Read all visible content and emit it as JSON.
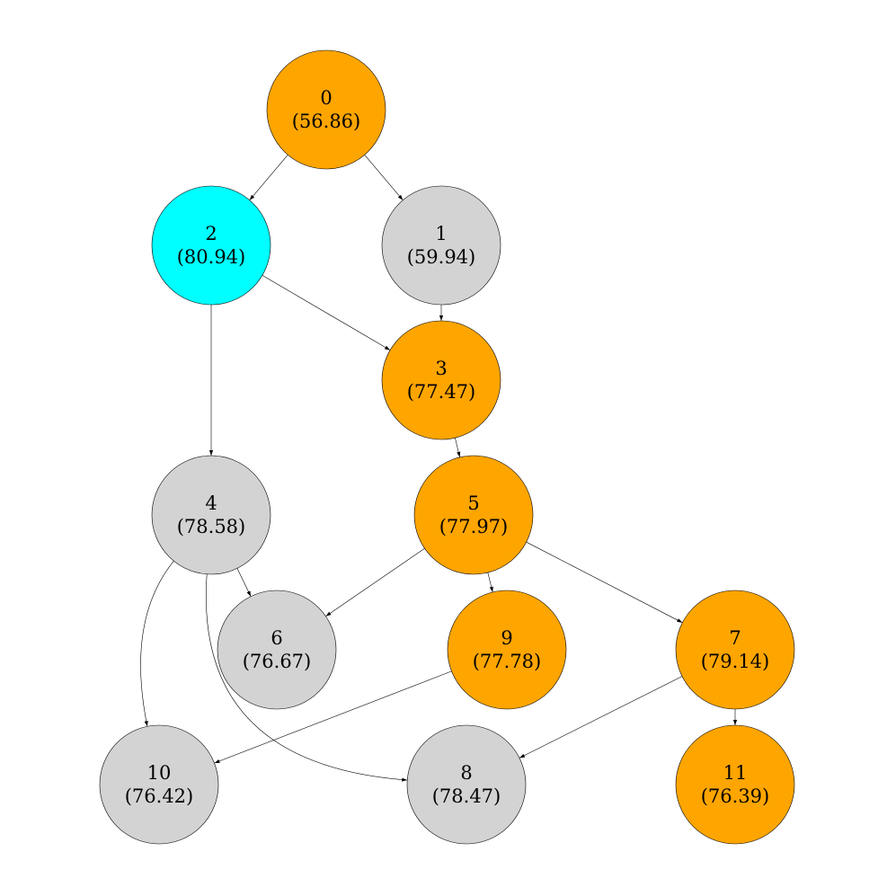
{
  "colors": {
    "orange": "#ffa500",
    "gray": "#d3d3d3",
    "cyan": "#00ffff"
  },
  "nodes": [
    {
      "id": "0",
      "label": "0",
      "value": "(56.86)",
      "color": "#ffa500"
    },
    {
      "id": "1",
      "label": "1",
      "value": "(59.94)",
      "color": "#d3d3d3"
    },
    {
      "id": "2",
      "label": "2",
      "value": "(80.94)",
      "color": "#00ffff"
    },
    {
      "id": "3",
      "label": "3",
      "value": "(77.47)",
      "color": "#ffa500"
    },
    {
      "id": "4",
      "label": "4",
      "value": "(78.58)",
      "color": "#d3d3d3"
    },
    {
      "id": "5",
      "label": "5",
      "value": "(77.97)",
      "color": "#ffa500"
    },
    {
      "id": "6",
      "label": "6",
      "value": "(76.67)",
      "color": "#d3d3d3"
    },
    {
      "id": "7",
      "label": "7",
      "value": "(79.14)",
      "color": "#ffa500"
    },
    {
      "id": "8",
      "label": "8",
      "value": "(78.47)",
      "color": "#d3d3d3"
    },
    {
      "id": "9",
      "label": "9",
      "value": "(77.78)",
      "color": "#ffa500"
    },
    {
      "id": "10",
      "label": "10",
      "value": "(76.42)",
      "color": "#d3d3d3"
    },
    {
      "id": "11",
      "label": "11",
      "value": "(76.39)",
      "color": "#ffa500"
    }
  ],
  "edges": [
    {
      "from": "0",
      "to": "2"
    },
    {
      "from": "0",
      "to": "1"
    },
    {
      "from": "2",
      "to": "3"
    },
    {
      "from": "2",
      "to": "4"
    },
    {
      "from": "1",
      "to": "3"
    },
    {
      "from": "3",
      "to": "5"
    },
    {
      "from": "4",
      "to": "6"
    },
    {
      "from": "4",
      "to": "10"
    },
    {
      "from": "4",
      "to": "8"
    },
    {
      "from": "5",
      "to": "6"
    },
    {
      "from": "5",
      "to": "9"
    },
    {
      "from": "5",
      "to": "7"
    },
    {
      "from": "9",
      "to": "10"
    },
    {
      "from": "7",
      "to": "8"
    },
    {
      "from": "7",
      "to": "11"
    }
  ]
}
